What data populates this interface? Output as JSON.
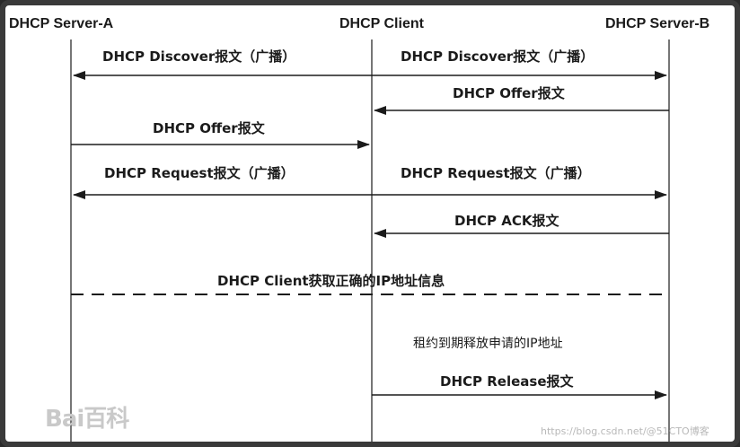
{
  "participants": {
    "server_a": "DHCP Server-A",
    "client": "DHCP Client",
    "server_b": "DHCP Server-B"
  },
  "messages": {
    "discover_a": "DHCP Discover报文（广播）",
    "discover_b": "DHCP Discover报文（广播）",
    "offer_b": "DHCP Offer报文",
    "offer_a": "DHCP Offer报文",
    "request_a": "DHCP Request报文（广播）",
    "request_b": "DHCP Request报文（广播）",
    "ack_b": "DHCP ACK报文",
    "client_gets_ip": "DHCP Client获取正确的IP地址信息",
    "lease_expiry": "租约到期释放申请的IP地址",
    "release": "DHCP Release报文"
  },
  "watermarks": {
    "logo": "Bai百科",
    "site": "https://blog.csdn.net/@51CTO博客"
  }
}
